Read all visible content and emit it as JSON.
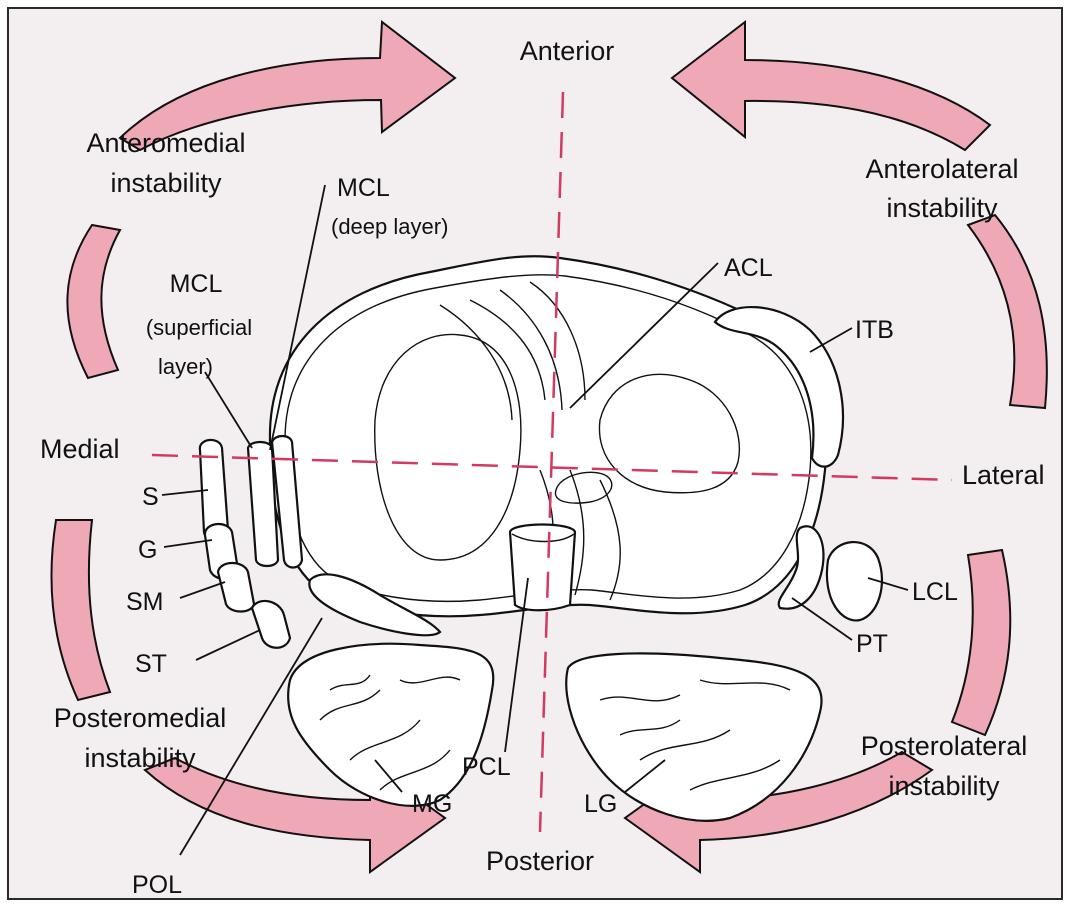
{
  "colors": {
    "frame_fill": "#f3eef0",
    "frame_border": "#2a2a2a",
    "arrow_fill": "#efa8b6",
    "arrow_stroke": "#111111",
    "axis_dash": "#d23a62",
    "ink": "#111111"
  },
  "directions": {
    "anterior": "Anterior",
    "posterior": "Posterior",
    "medial": "Medial",
    "lateral": "Lateral"
  },
  "instability": {
    "anteromedial": [
      "Anteromedial",
      "instability"
    ],
    "anterolateral": [
      "Anterolateral",
      "instability"
    ],
    "posteromedial": [
      "Posteromedial",
      "instability"
    ],
    "posterolateral": [
      "Posterolateral",
      "instability"
    ]
  },
  "structures": {
    "mcl_deep": [
      "MCL",
      "(deep layer)"
    ],
    "mcl_superficial": [
      "MCL",
      "(superficial",
      "layer)"
    ],
    "acl": "ACL",
    "itb": "ITB",
    "s": "S",
    "g": "G",
    "sm": "SM",
    "st": "ST",
    "lcl": "LCL",
    "pt": "PT",
    "pcl": "PCL",
    "mg": "MG",
    "lg": "LG",
    "pol": "POL"
  }
}
